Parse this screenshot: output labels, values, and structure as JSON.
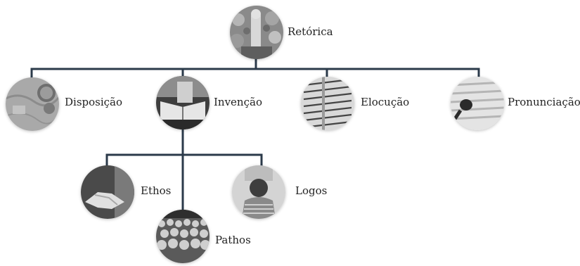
{
  "colors": {
    "connector": "#2b3a4a",
    "text": "#222222"
  },
  "nodes": {
    "retorica": {
      "label": "Retórica",
      "icon": "statue-crowd-photo"
    },
    "disposicao": {
      "label": "Disposição",
      "icon": "map-compass-photo"
    },
    "invencao": {
      "label": "Invenção",
      "icon": "open-book-photo"
    },
    "elocucao": {
      "label": "Elocução",
      "icon": "dictionary-text-photo"
    },
    "pronunciacao": {
      "label": "Pronunciação",
      "icon": "microphone-photo"
    },
    "ethos": {
      "label": "Ethos",
      "icon": "handshake-photo"
    },
    "pathos": {
      "label": "Pathos",
      "icon": "audience-crowd-photo"
    },
    "logos": {
      "label": "Logos",
      "icon": "thinking-person-photo"
    }
  }
}
